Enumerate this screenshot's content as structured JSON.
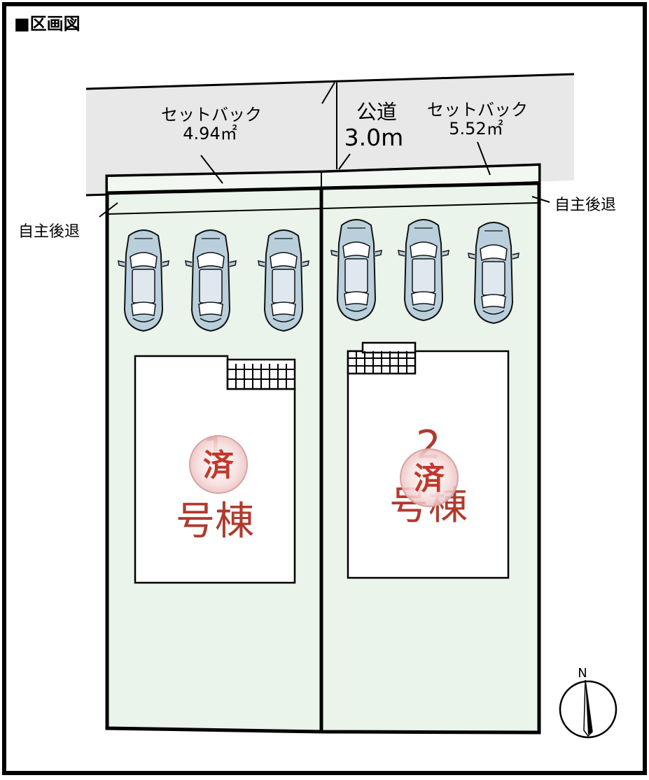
{
  "title": "■区画図",
  "road": {
    "label": "公道",
    "width": "3.0m"
  },
  "setbacks": [
    {
      "label": "セットバック",
      "area": "4.94㎡"
    },
    {
      "label": "セットバック",
      "area": "5.52㎡"
    }
  ],
  "voluntary_setback": [
    "自主後退",
    "自主後退"
  ],
  "buildings": [
    {
      "number": "1",
      "suffix": "号棟",
      "stamp": "済"
    },
    {
      "number": "2",
      "suffix": "号棟",
      "stamp": "済"
    }
  ],
  "compass": {
    "north": "N"
  },
  "colors": {
    "lot_fill": "#eaf4ea",
    "road_fill": "#e8e8e8",
    "stamp": "#c0392b",
    "label_red": "#b03a2e",
    "car_glass": "#b9cfdc",
    "border": "#000000"
  },
  "parking_spaces_per_lot": 3
}
